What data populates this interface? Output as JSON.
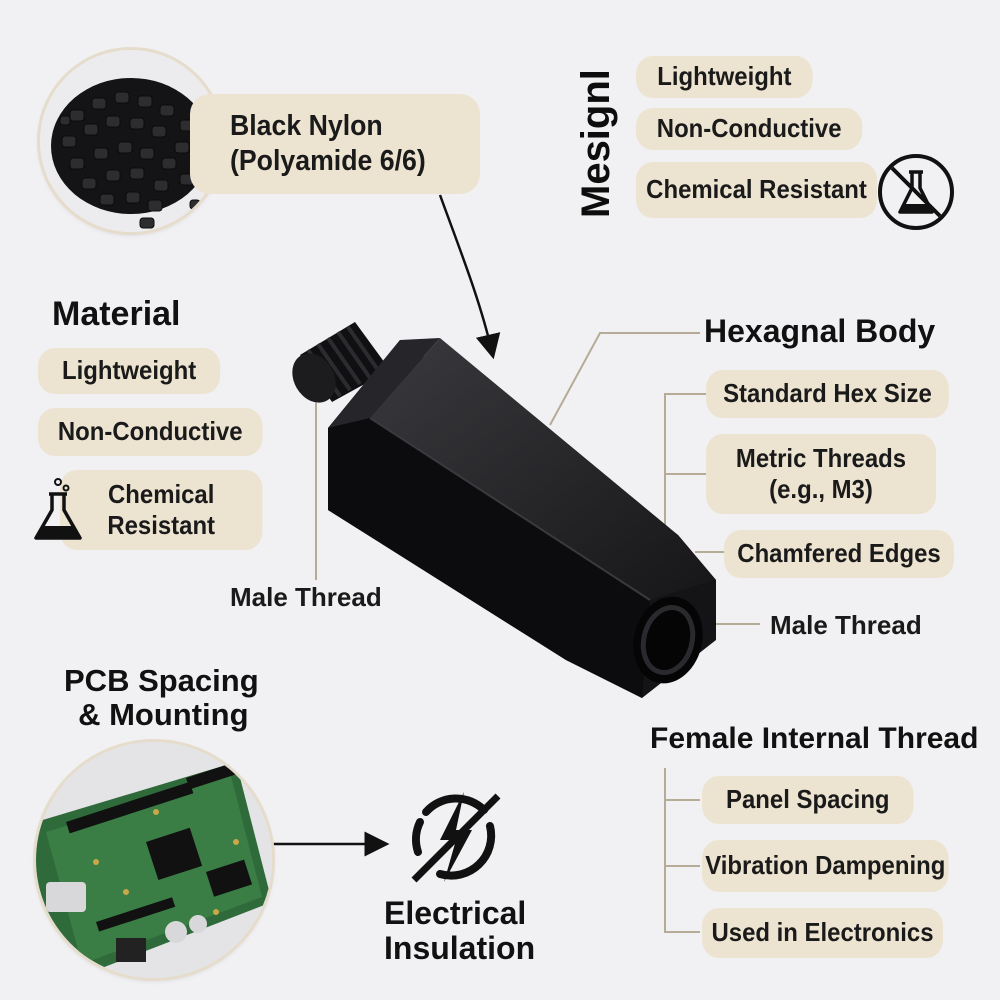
{
  "material_callout": {
    "title_line1": "Black Nylon",
    "title_line2": "(Polyamide 6/6)"
  },
  "design": {
    "vertical_title": "Mesignl",
    "items": [
      "Lightweight",
      "Non-Conductive",
      "Chemical Resistant"
    ]
  },
  "material": {
    "heading": "Material",
    "items": [
      "Lightweight",
      "Non-Conductive"
    ],
    "chem_line1": "Chemical",
    "chem_line2": "Resistant"
  },
  "body": {
    "heading": "Hexagnal Body",
    "items": [
      "Standard Hex Size",
      "Chamfered Edges"
    ],
    "metric_line1": "Metric Threads",
    "metric_line2": "(e.g., M3)"
  },
  "male_thread_left": "Male Thread",
  "male_thread_right": "Male Thread",
  "female": {
    "heading": "Female Internal Thread",
    "items": [
      "Panel Spacing",
      "Vibration Dampening",
      "Used in Electronics"
    ]
  },
  "pcb": {
    "heading_line1": "PCB Spacing",
    "heading_line2": "& Mounting"
  },
  "insulation": {
    "line1": "Electrical",
    "line2": "Insulation"
  },
  "colors": {
    "pill": "#ece3d1",
    "background": "#f1f1f3",
    "text": "#141414",
    "pcb_green": "#2f6b3a"
  },
  "icons": [
    "nylon-pellets-photo",
    "no-chemical-flask-icon",
    "chemical-flask-icon",
    "no-electricity-icon",
    "pcb-board-photo",
    "hex-standoff-illustration"
  ]
}
